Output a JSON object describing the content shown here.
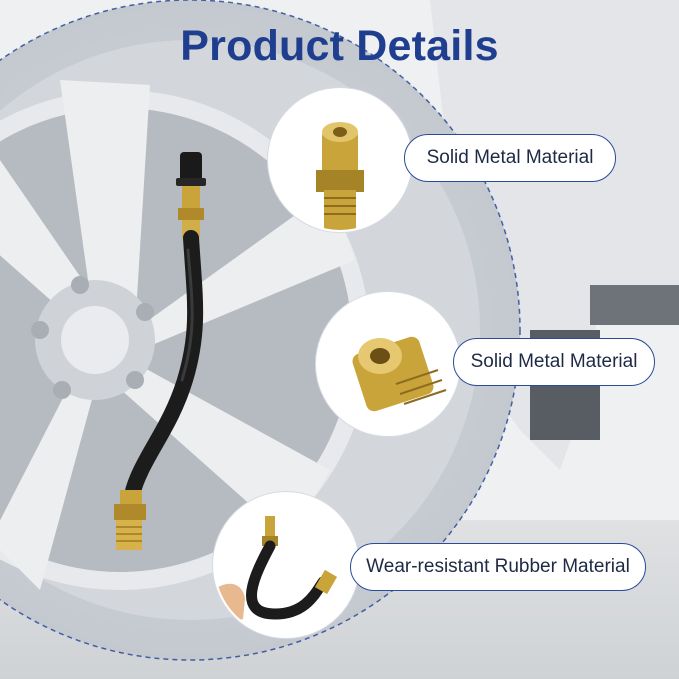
{
  "title": "Product Details",
  "details": [
    {
      "label": "Solid Metal Material",
      "image": "valve-core-closeup"
    },
    {
      "label": "Solid Metal Material",
      "image": "threaded-nut-closeup"
    },
    {
      "label": "Wear-resistant Rubber Material",
      "image": "hand-bending-hose"
    }
  ],
  "colors": {
    "title": "#1f3e8f",
    "pill_border": "#2a4a9a",
    "dashed_ring": "#2a4a9a",
    "brass": "#c9a43a",
    "rubber": "#1c1c1c"
  }
}
